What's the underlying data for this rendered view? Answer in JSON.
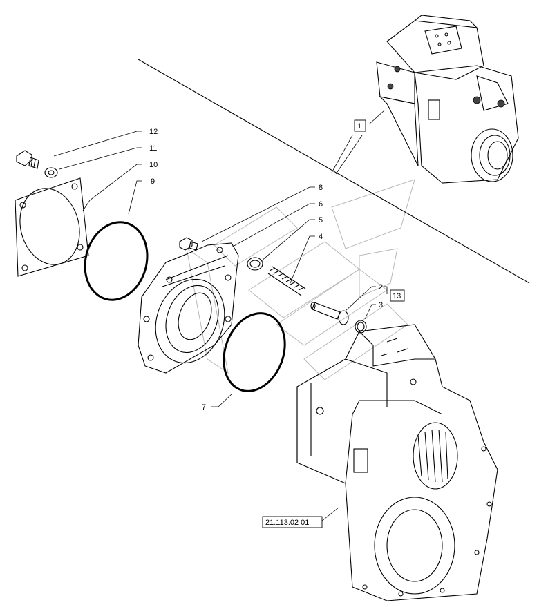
{
  "callouts": {
    "c1": "1",
    "c2": "2",
    "c3": "3",
    "c4": "4",
    "c5": "5",
    "c6": "6",
    "c7": "7",
    "c8": "8",
    "c9": "9",
    "c10": "10",
    "c11": "11",
    "c12": "12",
    "c13": "13"
  },
  "reference": "21.113.02 01"
}
